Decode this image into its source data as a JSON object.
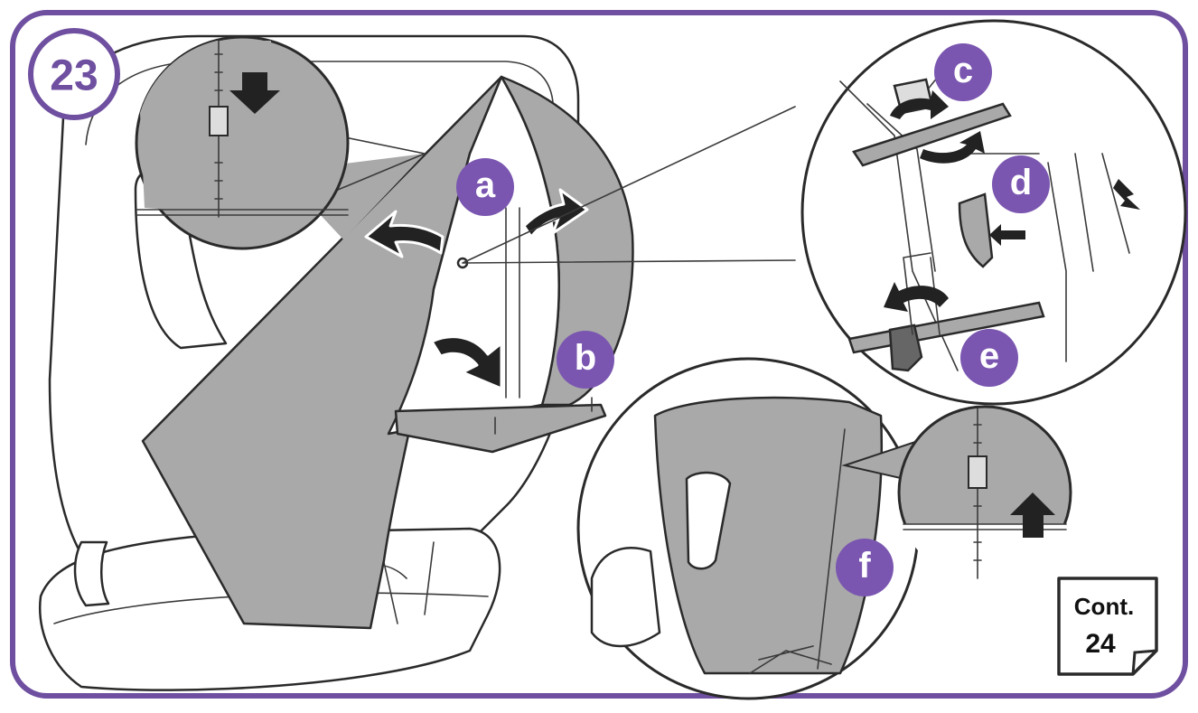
{
  "step": {
    "number": "23"
  },
  "labels": {
    "a": "a",
    "b": "b",
    "c": "c",
    "d": "d",
    "e": "e",
    "f": "f"
  },
  "continue_tag": {
    "line1": "Cont.",
    "line2": "24"
  },
  "colors": {
    "accent": "#6f4fa0",
    "badge": "#7a56b0",
    "fabric": "#a9a9a9",
    "line": "#2a2a2a"
  }
}
